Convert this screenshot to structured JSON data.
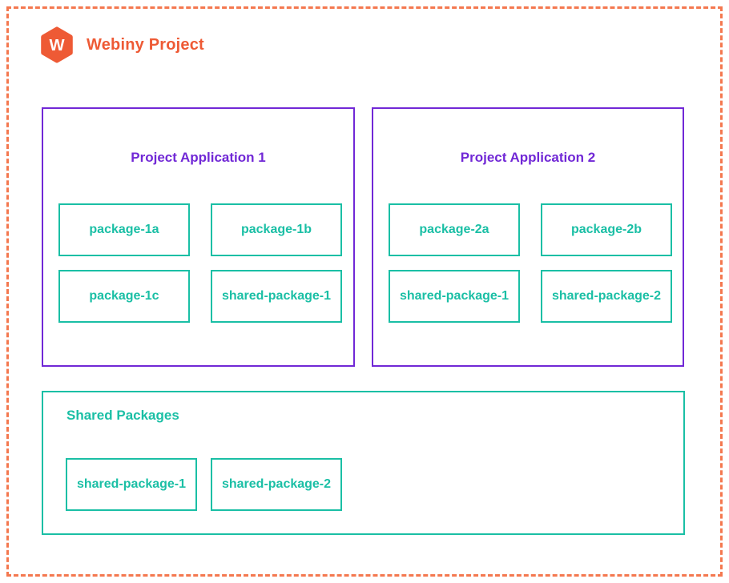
{
  "header": {
    "logo_letter": "W",
    "title": "Webiny Project"
  },
  "applications": [
    {
      "title": "Project Application 1",
      "packages": [
        "package-1a",
        "package-1b",
        "package-1c",
        "shared-package-1"
      ]
    },
    {
      "title": "Project Application 2",
      "packages": [
        "package-2a",
        "package-2b",
        "shared-package-1",
        "shared-package-2"
      ]
    }
  ],
  "shared_section": {
    "title": "Shared Packages",
    "packages": [
      "shared-package-1",
      "shared-package-2"
    ]
  },
  "colors": {
    "brand_orange": "#EE5A35",
    "dashed_border_orange": "#F4784F",
    "application_purple": "#7128D6",
    "package_teal": "#1ABFA5"
  }
}
